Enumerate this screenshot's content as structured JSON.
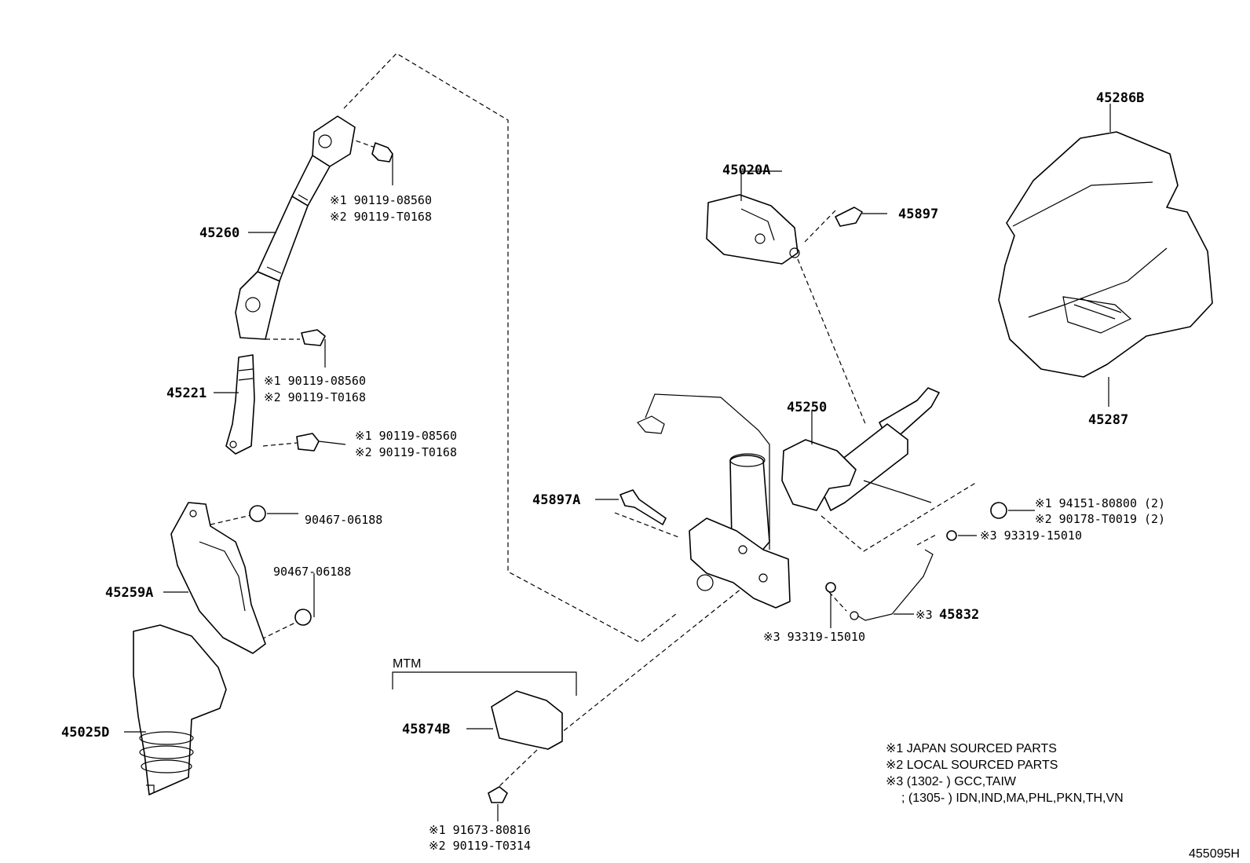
{
  "parts": {
    "p45260": "45260",
    "p45221": "45221",
    "p45259A": "45259A",
    "p45025D": "45025D",
    "p45020A": "45020A",
    "p45897": "45897",
    "p45286B": "45286B",
    "p45287": "45287",
    "p45250": "45250",
    "p45897A": "45897A",
    "p45832": "45832",
    "p45874B": "45874B"
  },
  "callouts": {
    "bolt_upper_1": "※1 90119-08560",
    "bolt_upper_2": "※2 90119-T0168",
    "bolt_mid_1": "※1 90119-08560",
    "bolt_mid_2": "※2 90119-T0168",
    "bolt_lower_1": "※1 90119-08560",
    "bolt_lower_2": "※2 90119-T0168",
    "clip_upper": "90467-06188",
    "clip_lower": "90467-06188",
    "nut_1": "※1 94151-80800 (2)",
    "nut_2": "※2 90178-T0019 (2)",
    "screw_a": "※3 93319-15010",
    "screw_b": "※3 93319-15010",
    "ground_wire_prefix": "※3",
    "mtm_bolt_1": "※1 91673-80816",
    "mtm_bolt_2": "※2 90119-T0314"
  },
  "mtm_label": "MTM",
  "notes": {
    "n1": "※1  JAPAN SOURCED PARTS",
    "n2": "※2  LOCAL SOURCED PARTS",
    "n3": "※3 (1302-        ) GCC,TAIW",
    "n4": "; (1305-        ) IDN,IND,MA,PHL,PKN,TH,VN"
  },
  "diagram_id": "455095H"
}
